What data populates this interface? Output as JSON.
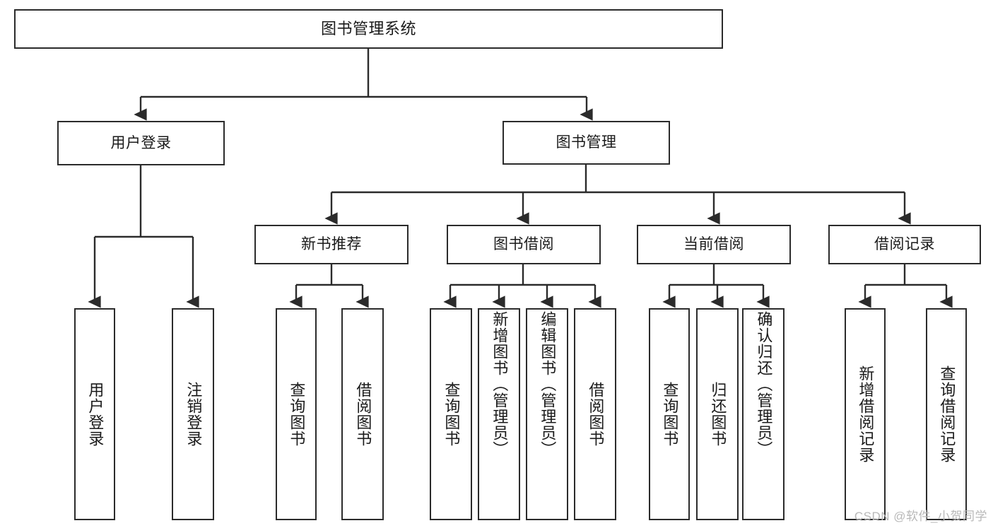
{
  "diagram": {
    "title": "图书管理系统",
    "type": "hierarchy-tree",
    "root": {
      "id": "root",
      "label": "图书管理系统"
    },
    "level2": [
      {
        "id": "user-login",
        "label": "用户登录"
      },
      {
        "id": "book-manage",
        "label": "图书管理"
      }
    ],
    "level3": [
      {
        "id": "new-book-rec",
        "label": "新书推荐"
      },
      {
        "id": "book-borrow",
        "label": "图书借阅"
      },
      {
        "id": "current-borrow",
        "label": "当前借阅"
      },
      {
        "id": "borrow-record",
        "label": "借阅记录"
      }
    ],
    "leaves": {
      "user_login": [
        {
          "id": "leaf-user-login",
          "label": "用户登录"
        },
        {
          "id": "leaf-logout",
          "label": "注销登录"
        }
      ],
      "new_book_rec": [
        {
          "id": "leaf-query-book-1",
          "label": "查询图书"
        },
        {
          "id": "leaf-borrow-book-1",
          "label": "借阅图书"
        }
      ],
      "book_borrow": [
        {
          "id": "leaf-query-book-2",
          "label": "查询图书"
        },
        {
          "id": "leaf-add-book",
          "label": "新增图书（管理员）"
        },
        {
          "id": "leaf-edit-book",
          "label": "编辑图书（管理员）"
        },
        {
          "id": "leaf-borrow-book-2",
          "label": "借阅图书"
        }
      ],
      "current_borrow": [
        {
          "id": "leaf-query-book-3",
          "label": "查询图书"
        },
        {
          "id": "leaf-return-book",
          "label": "归还图书"
        },
        {
          "id": "leaf-confirm-return",
          "label": "确认归还（管理员）"
        }
      ],
      "borrow_record": [
        {
          "id": "leaf-add-record",
          "label": "新增借阅记录"
        },
        {
          "id": "leaf-query-record",
          "label": "查询借阅记录"
        }
      ]
    },
    "watermark": "CSDN @软件_小贺同学",
    "colors": {
      "background": "#ffffff",
      "stroke": "#2b2b2b",
      "text": "#1a1a1a",
      "watermark": "#b8b8b8"
    }
  }
}
